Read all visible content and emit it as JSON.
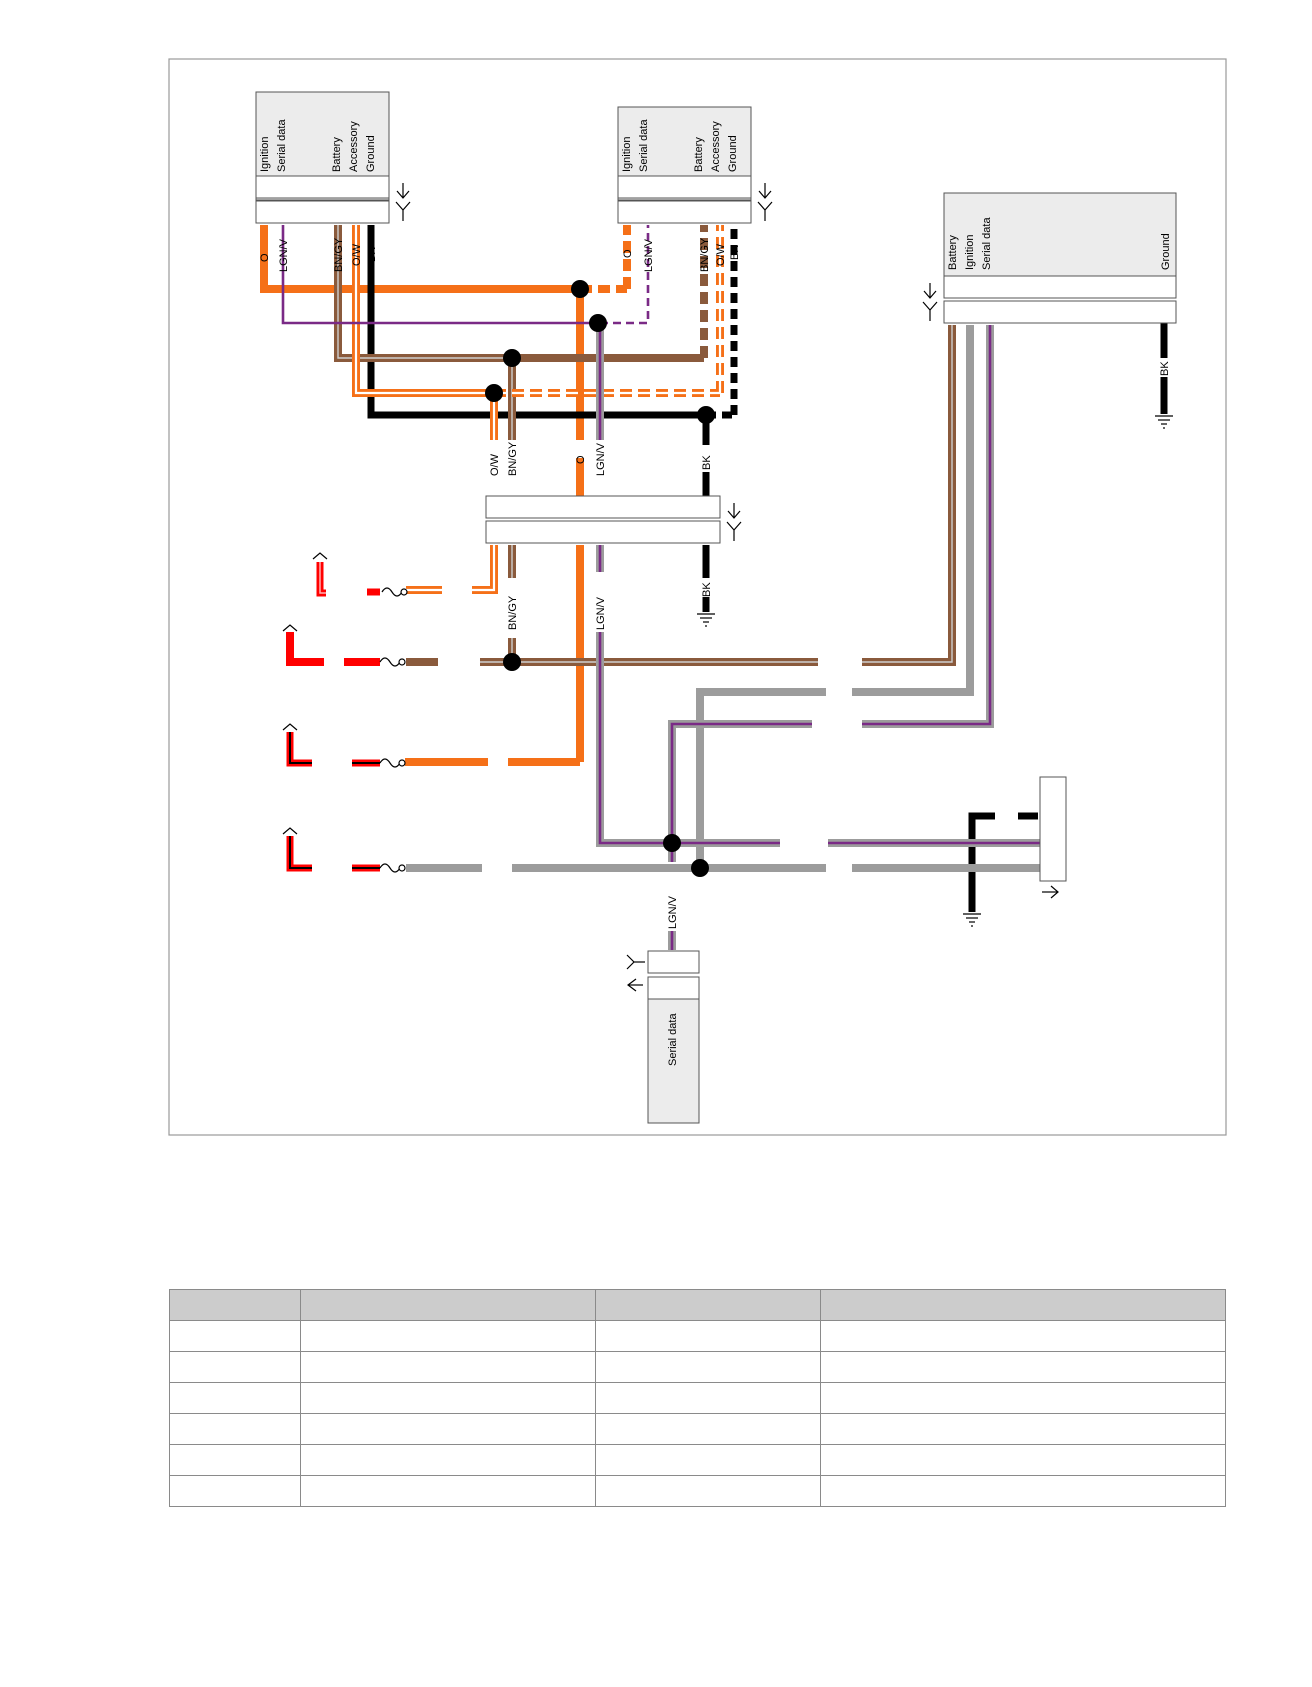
{
  "diagram": {
    "connectorA": {
      "pins": [
        "Ignition",
        "Serial data",
        "Battery",
        "Accessory",
        "Ground"
      ]
    },
    "connectorB": {
      "pins": [
        "Ignition",
        "Serial data",
        "Battery",
        "Accessory",
        "Ground"
      ]
    },
    "connectorC": {
      "pins": [
        "Battery",
        "Ignition",
        "Serial data",
        "Ground"
      ]
    },
    "connectorD": {
      "pins": [
        "Serial data"
      ]
    },
    "wire_labels": {
      "o": "O",
      "lgnv": "LGN/V",
      "bngy": "BN/GY",
      "ow": "O/W",
      "bk": "BK"
    },
    "colors": {
      "orange": "#f57018",
      "black": "#000000",
      "brown": "#8a5a3c",
      "grey": "#9c9c9c",
      "purple": "#7a2a86",
      "red": "#ff0000",
      "module_fill": "#ececec"
    }
  },
  "legend_table": {
    "headers": [
      "",
      "",
      "",
      ""
    ],
    "rows": [
      [
        "",
        "",
        "",
        ""
      ],
      [
        "",
        "",
        "",
        ""
      ],
      [
        "",
        "",
        "",
        ""
      ],
      [
        "",
        "",
        "",
        ""
      ],
      [
        "",
        "",
        "",
        ""
      ],
      [
        "",
        "",
        "",
        ""
      ]
    ]
  }
}
